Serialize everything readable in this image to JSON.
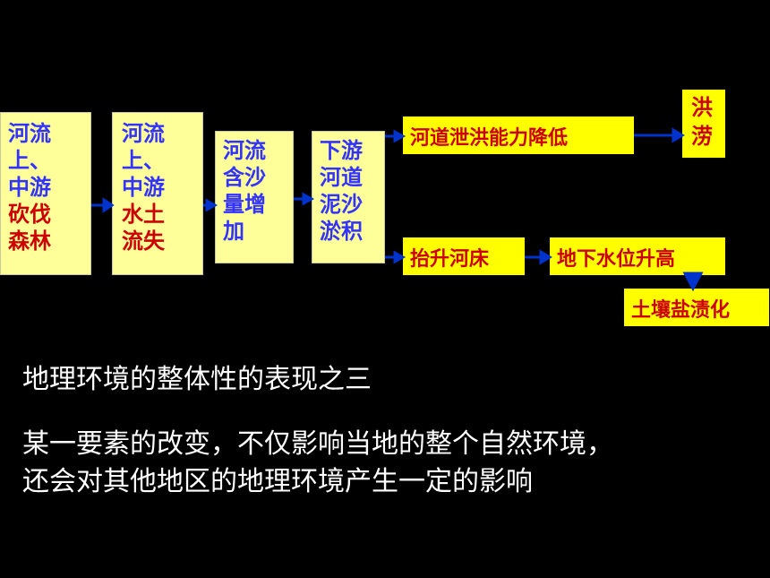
{
  "chain": [
    {
      "lines": [
        {
          "text": "河流",
          "tone": "blue"
        },
        {
          "text": "上、",
          "tone": "blue"
        },
        {
          "text": "中游",
          "tone": "blue"
        },
        {
          "text": "砍伐",
          "tone": "red"
        },
        {
          "text": "森林",
          "tone": "red"
        }
      ]
    },
    {
      "lines": [
        {
          "text": "河流",
          "tone": "blue"
        },
        {
          "text": "上、",
          "tone": "blue"
        },
        {
          "text": "中游",
          "tone": "blue"
        },
        {
          "text": "水土",
          "tone": "red"
        },
        {
          "text": "流失",
          "tone": "red"
        }
      ]
    },
    {
      "lines": [
        {
          "text": "河流",
          "tone": "blue"
        },
        {
          "text": "含沙",
          "tone": "blue"
        },
        {
          "text": "量增",
          "tone": "blue"
        },
        {
          "text": "加",
          "tone": "blue"
        }
      ]
    },
    {
      "lines": [
        {
          "text": "下游",
          "tone": "blue"
        },
        {
          "text": "河道",
          "tone": "blue"
        },
        {
          "text": "泥沙",
          "tone": "blue"
        },
        {
          "text": "淤积",
          "tone": "blue"
        }
      ]
    }
  ],
  "effects": {
    "flood_capacity": "河道泄洪能力降低",
    "flood": [
      "洪",
      "涝"
    ],
    "riverbed": "抬升河床",
    "groundwater": "地下水位升高",
    "salinization": "土壤盐渍化"
  },
  "text": {
    "heading": "地理环境的整体性的表现之三",
    "body_line1": "某一要素的改变，不仅影响当地的整个自然环境，",
    "body_line2": "还会对其他地区的地理环境产生一定的影响"
  },
  "colors": {
    "background": "#000000",
    "box_fill": "#ffff99",
    "highlight_fill": "#ffff00",
    "blue_text": "#3333ff",
    "red_text": "#cc0000",
    "arrow": "#0033cc"
  }
}
